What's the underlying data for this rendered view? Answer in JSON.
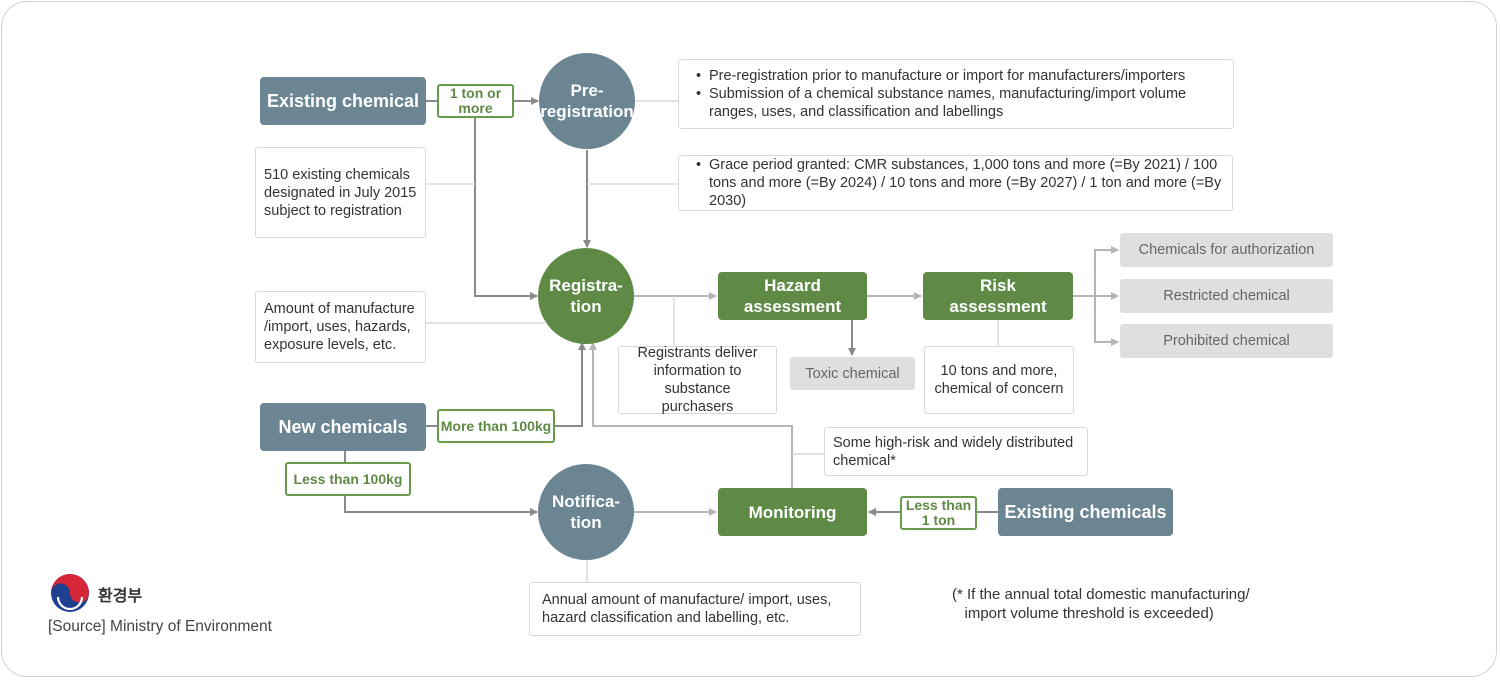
{
  "nodes": {
    "existing_chemical": "Existing chemical",
    "pre_registration": "Pre-\nregistration",
    "registration": "Registra-\ntion",
    "hazard_assessment": "Hazard\nassessment",
    "risk_assessment": "Risk\nassessment",
    "new_chemicals": "New chemicals",
    "notification": "Notifica-\ntion",
    "monitoring": "Monitoring",
    "existing_chemicals": "Existing chemicals"
  },
  "tags": {
    "one_ton": "1 ton or\nmore",
    "more_than_100kg": "More than 100kg",
    "less_than_100kg": "Less than 100kg",
    "less_than_1ton": "Less than\n1 ton"
  },
  "notes": {
    "prereg_bullets": [
      "Pre-registration prior to manufacture or import for manufacturers/importers",
      "Submission of a chemical substance names, manufacturing/import volume ranges, uses, and classification and labellings"
    ],
    "grace_bullets": [
      "Grace period granted: CMR substances, 1,000 tons and more (=By 2021) / 100 tons and more (=By 2024) / 10 tons and more (=By 2027) / 1 ton and more (=By 2030)"
    ],
    "existing_510": "510 existing chemicals designated in July 2015 subject to registration",
    "amount": "Amount of manufacture /import, uses, hazards, exposure levels, etc.",
    "registrants": "Registrants deliver information to substance purchasers",
    "ten_tons": "10 tons and more, chemical of concern",
    "high_risk": "Some high-risk and widely distributed chemical*",
    "annual": "Annual amount of manufacture/ import, uses, hazard classification and labelling, etc."
  },
  "outcomes": {
    "toxic": "Toxic chemical",
    "authorization": "Chemicals for authorization",
    "restricted": "Restricted chemical",
    "prohibited": "Prohibited chemical"
  },
  "footnote": "(* If the annual total domestic manufacturing/\n   import volume threshold is exceeded)",
  "logo_text": "환경부",
  "source": "[Source] Ministry of Environment",
  "colors": {
    "slate": "#6b8593",
    "green": "#5f8a45",
    "grey_box": "#dedfe0",
    "arrow": "#8a8a8a"
  }
}
